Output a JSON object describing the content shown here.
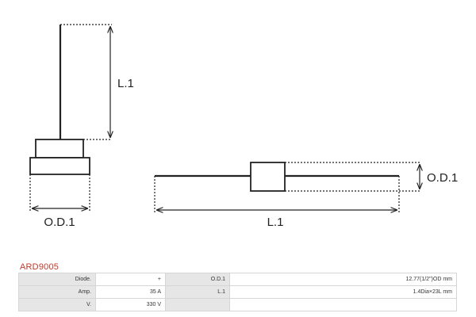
{
  "diagram": {
    "left_view": {
      "length_label": "L.1",
      "diameter_label": "O.D.1"
    },
    "right_view": {
      "length_label": "L.1",
      "diameter_label": "O.D.1"
    }
  },
  "part_number": "ARD9005",
  "specs": [
    {
      "label": "Diode.",
      "value": "+",
      "label2": "O.D.1",
      "value2": "12.77(1/2\")OD mm"
    },
    {
      "label": "Amp.",
      "value": "35 A",
      "label2": "L.1",
      "value2": "1.4Dia×23L mm"
    },
    {
      "label": "V.",
      "value": "330 V",
      "label2": "",
      "value2": ""
    }
  ]
}
